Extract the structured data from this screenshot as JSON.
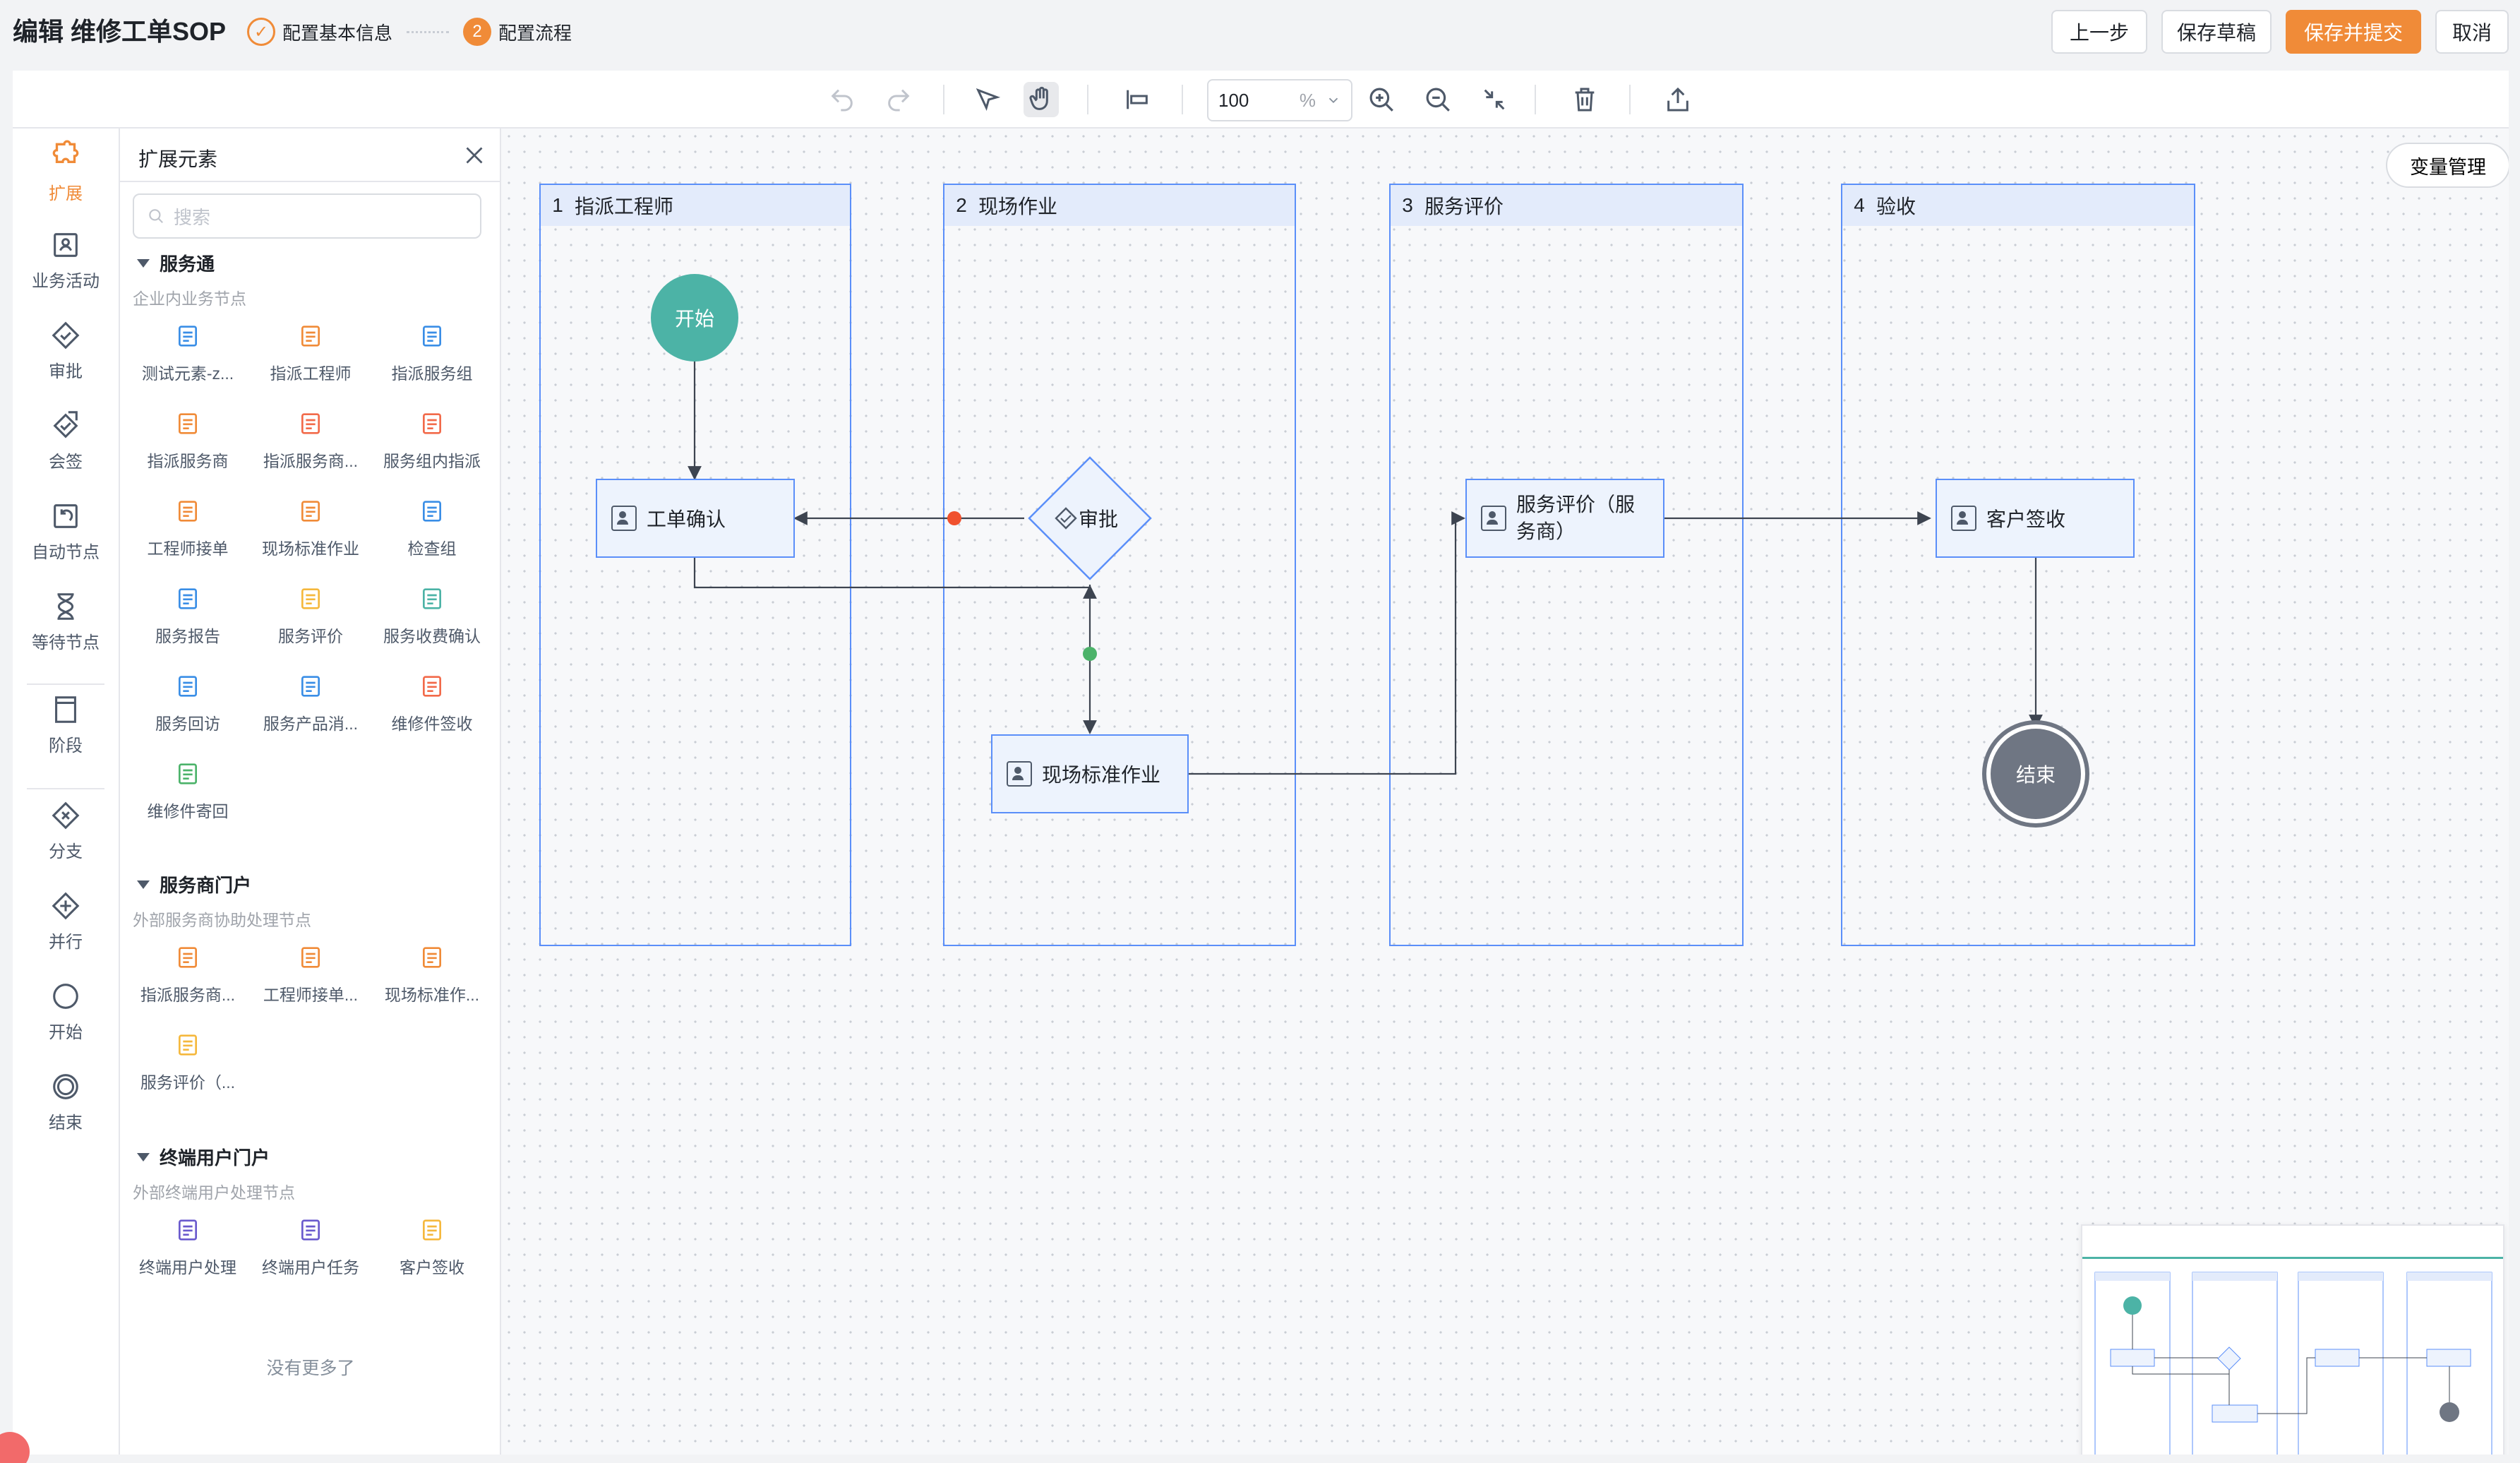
{
  "header": {
    "title": "编辑 维修工单SOP",
    "steps": [
      {
        "label": "配置基本信息",
        "state": "done",
        "marker": "✓"
      },
      {
        "label": "配置流程",
        "state": "active",
        "marker": "2"
      }
    ],
    "buttons": {
      "prev": "上一步",
      "save_draft": "保存草稿",
      "save_submit": "保存并提交",
      "cancel": "取消"
    }
  },
  "toolbar": {
    "zoom_value": "100",
    "zoom_unit": "%",
    "icons": [
      "undo-icon",
      "redo-icon",
      "pointer-icon",
      "hand-icon",
      "align-icon",
      "zoom-in-icon",
      "zoom-out-icon",
      "fit-icon",
      "delete-icon",
      "export-icon"
    ]
  },
  "rail": {
    "items": [
      {
        "label": "扩展",
        "icon": "puzzle-icon",
        "active": true
      },
      {
        "label": "业务活动",
        "icon": "activity-icon"
      },
      {
        "label": "审批",
        "icon": "approval-icon"
      },
      {
        "label": "会签",
        "icon": "countersign-icon"
      },
      {
        "label": "自动节点",
        "icon": "auto-node-icon"
      },
      {
        "label": "等待节点",
        "icon": "hourglass-icon"
      },
      {
        "label": "阶段",
        "icon": "stage-icon"
      },
      {
        "label": "分支",
        "icon": "branch-icon"
      },
      {
        "label": "并行",
        "icon": "parallel-icon"
      },
      {
        "label": "开始",
        "icon": "start-icon"
      },
      {
        "label": "结束",
        "icon": "end-icon"
      }
    ]
  },
  "panel": {
    "title": "扩展元素",
    "search_placeholder": "搜索",
    "groups": [
      {
        "title": "服务通",
        "subtitle": "企业内业务节点",
        "items": [
          {
            "label": "测试元素-z...",
            "color": "#3a8ee6"
          },
          {
            "label": "指派工程师",
            "color": "#f08b38"
          },
          {
            "label": "指派服务组",
            "color": "#3a8ee6"
          },
          {
            "label": "指派服务商",
            "color": "#f08b38"
          },
          {
            "label": "指派服务商...",
            "color": "#f26a4a"
          },
          {
            "label": "服务组内指派",
            "color": "#f26a4a"
          },
          {
            "label": "工程师接单",
            "color": "#f08b38"
          },
          {
            "label": "现场标准作业",
            "color": "#f08b38"
          },
          {
            "label": "检查组",
            "color": "#3a8ee6"
          },
          {
            "label": "服务报告",
            "color": "#3a8ee6"
          },
          {
            "label": "服务评价",
            "color": "#f5b83d"
          },
          {
            "label": "服务收费确认",
            "color": "#4cb3a6"
          },
          {
            "label": "服务回访",
            "color": "#3a8ee6"
          },
          {
            "label": "服务产品消...",
            "color": "#3a8ee6"
          },
          {
            "label": "维修件签收",
            "color": "#f26a4a"
          },
          {
            "label": "维修件寄回",
            "color": "#4cb36a"
          }
        ]
      },
      {
        "title": "服务商门户",
        "subtitle": "外部服务商协助处理节点",
        "items": [
          {
            "label": "指派服务商...",
            "color": "#f08b38"
          },
          {
            "label": "工程师接单...",
            "color": "#f08b38"
          },
          {
            "label": "现场标准作...",
            "color": "#f08b38"
          },
          {
            "label": "服务评价（...",
            "color": "#f5b83d"
          }
        ]
      },
      {
        "title": "终端用户门户",
        "subtitle": "外部终端用户处理节点",
        "items": [
          {
            "label": "终端用户处理",
            "color": "#6a5acd"
          },
          {
            "label": "终端用户任务",
            "color": "#6a5acd"
          },
          {
            "label": "客户签收",
            "color": "#f5b83d"
          }
        ]
      }
    ],
    "footer": "没有更多了"
  },
  "canvas": {
    "var_button": "变量管理",
    "lanes": [
      {
        "num": "1",
        "title": "指派工程师"
      },
      {
        "num": "2",
        "title": "现场作业"
      },
      {
        "num": "3",
        "title": "服务评价"
      },
      {
        "num": "4",
        "title": "验收"
      }
    ],
    "nodes": {
      "start": "开始",
      "order_confirm": "工单确认",
      "approval": "审批",
      "onsite": "现场标准作业",
      "service_eval": "服务评价（服务商）",
      "customer_sign": "客户签收",
      "end": "结束"
    },
    "colors": {
      "lane_border": "#5b8ff9",
      "start_fill": "#4cb3a6",
      "end_fill": "#6f7683",
      "reject_dot": "#f0512e",
      "pass_dot": "#4cb36a",
      "accent": "#f08b38"
    }
  }
}
